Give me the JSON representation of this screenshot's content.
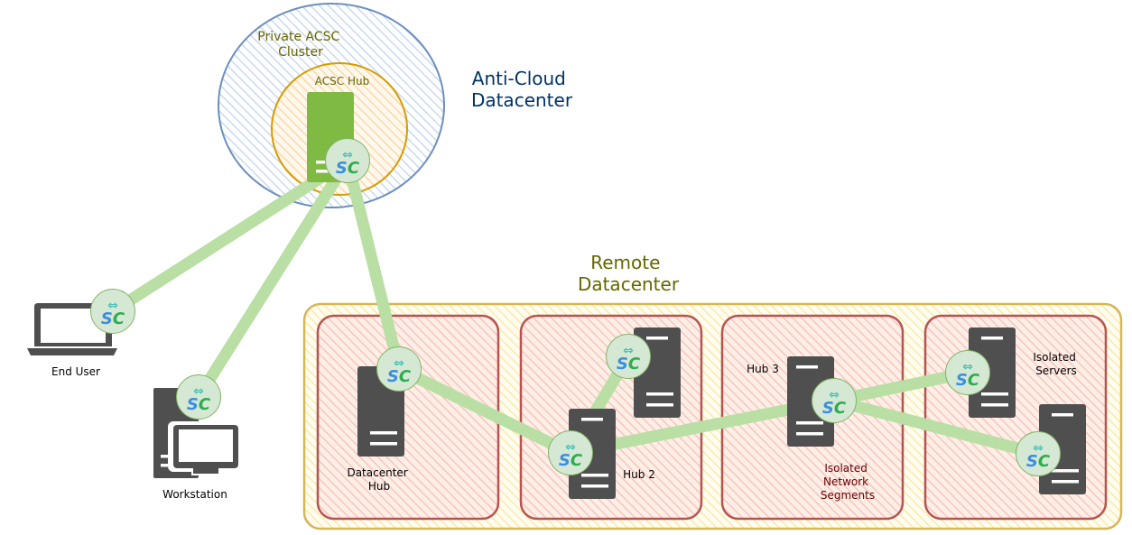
{
  "labels": {
    "anti_cloud": [
      "Anti-Cloud",
      "Datacenter"
    ],
    "private_cluster": [
      "Private ACSC",
      "Cluster"
    ],
    "acsc_hub": "ACSC Hub",
    "remote": [
      "Remote",
      "Datacenter"
    ],
    "end_user": "End User",
    "workstation": "Workstation",
    "datacenter_hub": [
      "Datacenter",
      "Hub"
    ],
    "hub2": "Hub 2",
    "hub3": "Hub 3",
    "isolated_segments": [
      "Isolated",
      "Network",
      "Segments"
    ],
    "isolated_servers": [
      "Isolated",
      "Servers"
    ]
  },
  "sc_badge": {
    "text": "SC",
    "arrow": "⇔"
  },
  "icons": {
    "server": "server-icon",
    "laptop": "laptop-icon",
    "workstation": "workstation-icon",
    "sc": "sc-connector-icon"
  },
  "colors": {
    "link": "#b9dfa4",
    "server_dark": "#4f4f4f",
    "server_green": "#7fba42",
    "sc_fill": "#d5e8d4",
    "sc_stroke": "#82b366",
    "sc_s": "#3d8ee0",
    "sc_c": "#2eac4f",
    "sc_arrow": "#4dc1b4",
    "cloud_stroke": "#6c8ebf",
    "hub_stroke": "#d79b00",
    "remote_stroke": "#d6b656",
    "segment_stroke": "#b85450",
    "label_blue": "#003366",
    "label_olive": "#666600",
    "label_red": "#660000"
  }
}
